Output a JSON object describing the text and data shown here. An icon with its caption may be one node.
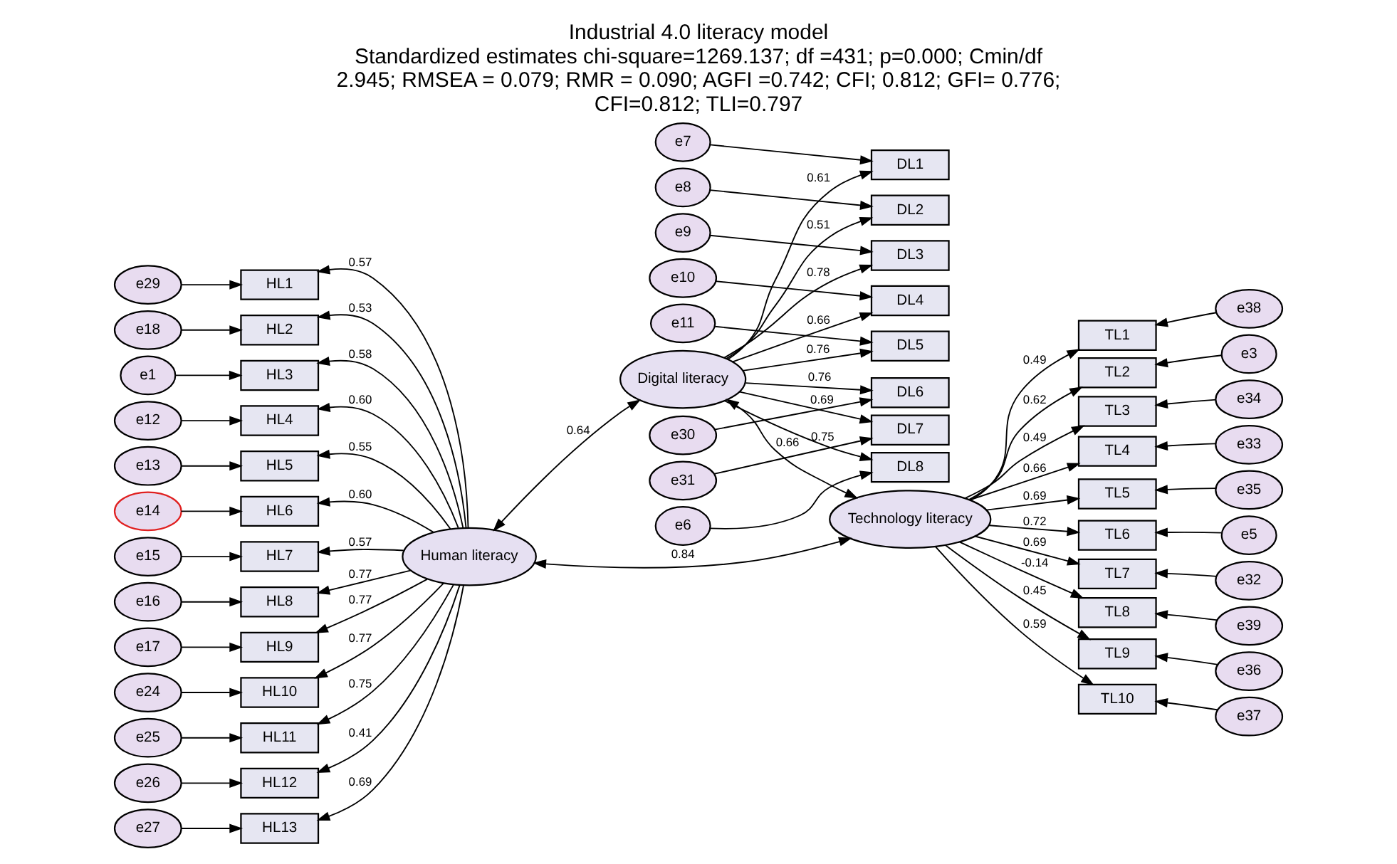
{
  "diagram": {
    "title": "Industrial 4.0 literacy model",
    "caption": "Standardized estimates chi-square=1269.137; df =431; p=0.000; Cmin/df 2.945; RMSEA = 0.079; RMR = 0.090; AGFI =0.742; CFI; 0.812; GFI= 0.776; CFI=0.812; TLI=0.797",
    "nodes": [
      {
        "text": [
          "Human literacy"
        ]
      },
      {
        "text": [
          "Digital literacy"
        ]
      },
      {
        "text": [
          "Technology literacy"
        ]
      },
      {
        "text": [
          "HL1"
        ]
      },
      {
        "text": [
          "HL2"
        ]
      },
      {
        "text": [
          "HL3"
        ]
      },
      {
        "text": [
          "HL4"
        ]
      },
      {
        "text": [
          "HL5"
        ]
      },
      {
        "text": [
          "HL6"
        ]
      },
      {
        "text": [
          "HL7"
        ]
      },
      {
        "text": [
          "HL8"
        ]
      },
      {
        "text": [
          "HL9"
        ]
      },
      {
        "text": [
          "HL10"
        ]
      },
      {
        "text": [
          "HL11"
        ]
      },
      {
        "text": [
          "HL12"
        ]
      },
      {
        "text": [
          "HL13"
        ]
      },
      {
        "text": [
          "DL1"
        ]
      },
      {
        "text": [
          "DL2"
        ]
      },
      {
        "text": [
          "DL3"
        ]
      },
      {
        "text": [
          "DL4"
        ]
      },
      {
        "text": [
          "DL5"
        ]
      },
      {
        "text": [
          "DL6"
        ]
      },
      {
        "text": [
          "DL7"
        ]
      },
      {
        "text": [
          "DL8"
        ]
      },
      {
        "text": [
          "TL1"
        ]
      },
      {
        "text": [
          "TL2"
        ]
      },
      {
        "text": [
          "TL3"
        ]
      },
      {
        "text": [
          "TL4"
        ]
      },
      {
        "text": [
          "TL5"
        ]
      },
      {
        "text": [
          "TL6"
        ]
      },
      {
        "text": [
          "TL7"
        ]
      },
      {
        "text": [
          "TL8"
        ]
      },
      {
        "text": [
          "TL9"
        ]
      },
      {
        "text": [
          "TL10"
        ]
      },
      {
        "text": [
          "e29"
        ]
      },
      {
        "text": [
          "e18"
        ]
      },
      {
        "text": [
          "e1"
        ]
      },
      {
        "text": [
          "e12"
        ]
      },
      {
        "text": [
          "e13"
        ]
      },
      {
        "text": [
          "e14"
        ]
      },
      {
        "text": [
          "e15"
        ]
      },
      {
        "text": [
          "e16"
        ]
      },
      {
        "text": [
          "e17"
        ]
      },
      {
        "text": [
          "e24"
        ]
      },
      {
        "text": [
          "e25"
        ]
      },
      {
        "text": [
          "e26"
        ]
      },
      {
        "text": [
          "e27"
        ]
      },
      {
        "text": [
          "e7"
        ]
      },
      {
        "text": [
          "e8"
        ]
      },
      {
        "text": [
          "e9"
        ]
      },
      {
        "text": [
          "e10"
        ]
      },
      {
        "text": [
          "e11"
        ]
      },
      {
        "text": [
          "e30"
        ]
      },
      {
        "text": [
          "e31"
        ]
      },
      {
        "text": [
          "e6"
        ]
      },
      {
        "text": [
          "e38"
        ]
      },
      {
        "text": [
          "e3"
        ]
      },
      {
        "text": [
          "e34"
        ]
      },
      {
        "text": [
          "e33"
        ]
      },
      {
        "text": [
          "e35"
        ]
      },
      {
        "text": [
          "e5"
        ]
      },
      {
        "text": [
          "e32"
        ]
      },
      {
        "text": [
          "e39"
        ]
      },
      {
        "text": [
          "e36"
        ]
      },
      {
        "text": [
          "e37"
        ]
      }
    ],
    "edges": [
      {
        "from": 0,
        "to": 3,
        "arrow": "to",
        "label": "0.57"
      },
      {
        "from": 0,
        "to": 4,
        "arrow": "to",
        "label": "0.53"
      },
      {
        "from": 0,
        "to": 5,
        "arrow": "to",
        "label": "0.58"
      },
      {
        "from": 0,
        "to": 6,
        "arrow": "to",
        "label": "0.60"
      },
      {
        "from": 0,
        "to": 7,
        "arrow": "to",
        "label": "0.55"
      },
      {
        "from": 0,
        "to": 8,
        "arrow": "to",
        "label": "0.60"
      },
      {
        "from": 0,
        "to": 9,
        "arrow": "to",
        "label": "0.57"
      },
      {
        "from": 0,
        "to": 10,
        "arrow": "to",
        "label": "0.77"
      },
      {
        "from": 0,
        "to": 11,
        "arrow": "to",
        "label": "0.77"
      },
      {
        "from": 0,
        "to": 12,
        "arrow": "to",
        "label": "0.77"
      },
      {
        "from": 0,
        "to": 13,
        "arrow": "to",
        "label": "0.75"
      },
      {
        "from": 0,
        "to": 14,
        "arrow": "to",
        "label": "0.41"
      },
      {
        "from": 0,
        "to": 15,
        "arrow": "to",
        "label": "0.69"
      },
      {
        "from": 1,
        "to": 16,
        "arrow": "to",
        "label": "0.61"
      },
      {
        "from": 1,
        "to": 17,
        "arrow": "to",
        "label": "0.51"
      },
      {
        "from": 1,
        "to": 18,
        "arrow": "to",
        "label": "0.78"
      },
      {
        "from": 1,
        "to": 19,
        "arrow": "to",
        "label": "0.66"
      },
      {
        "from": 1,
        "to": 20,
        "arrow": "to",
        "label": "0.76"
      },
      {
        "from": 1,
        "to": 21,
        "arrow": "to",
        "label": "0.76"
      },
      {
        "from": 1,
        "to": 22,
        "arrow": "to",
        "label": "0.69"
      },
      {
        "from": 1,
        "to": 23,
        "arrow": "to",
        "label": "0.75"
      },
      {
        "from": 2,
        "to": 24,
        "arrow": "to",
        "label": "0.49"
      },
      {
        "from": 2,
        "to": 25,
        "arrow": "to",
        "label": "0.62"
      },
      {
        "from": 2,
        "to": 26,
        "arrow": "to",
        "label": "0.49"
      },
      {
        "from": 2,
        "to": 27,
        "arrow": "to",
        "label": "0.66"
      },
      {
        "from": 2,
        "to": 28,
        "arrow": "to",
        "label": "0.69"
      },
      {
        "from": 2,
        "to": 29,
        "arrow": "to",
        "label": "0.72"
      },
      {
        "from": 2,
        "to": 30,
        "arrow": "to",
        "label": "0.69"
      },
      {
        "from": 2,
        "to": 31,
        "arrow": "to",
        "label": "-0.14"
      },
      {
        "from": 2,
        "to": 32,
        "arrow": "to",
        "label": "0.45"
      },
      {
        "from": 2,
        "to": 33,
        "arrow": "to",
        "label": "0.59"
      },
      {
        "from": 0,
        "to": 1,
        "arrow": "both",
        "label": "0.64"
      },
      {
        "from": 1,
        "to": 2,
        "arrow": "both",
        "label": "0.66"
      },
      {
        "from": 0,
        "to": 2,
        "arrow": "both",
        "label": "0.84"
      },
      {
        "from": 34,
        "to": 3,
        "arrow": "to"
      },
      {
        "from": 35,
        "to": 4,
        "arrow": "to"
      },
      {
        "from": 36,
        "to": 5,
        "arrow": "to"
      },
      {
        "from": 37,
        "to": 6,
        "arrow": "to"
      },
      {
        "from": 38,
        "to": 7,
        "arrow": "to"
      },
      {
        "from": 39,
        "to": 8,
        "arrow": "to"
      },
      {
        "from": 40,
        "to": 9,
        "arrow": "to"
      },
      {
        "from": 41,
        "to": 10,
        "arrow": "to"
      },
      {
        "from": 42,
        "to": 11,
        "arrow": "to"
      },
      {
        "from": 43,
        "to": 12,
        "arrow": "to"
      },
      {
        "from": 44,
        "to": 13,
        "arrow": "to"
      },
      {
        "from": 45,
        "to": 14,
        "arrow": "to"
      },
      {
        "from": 46,
        "to": 15,
        "arrow": "to"
      },
      {
        "from": 47,
        "to": 16,
        "arrow": "to"
      },
      {
        "from": 48,
        "to": 17,
        "arrow": "to"
      },
      {
        "from": 49,
        "to": 18,
        "arrow": "to"
      },
      {
        "from": 50,
        "to": 19,
        "arrow": "to"
      },
      {
        "from": 51,
        "to": 20,
        "arrow": "to"
      },
      {
        "from": 52,
        "to": 21,
        "arrow": "to"
      },
      {
        "from": 53,
        "to": 22,
        "arrow": "to"
      },
      {
        "from": 54,
        "to": 23,
        "arrow": "to"
      },
      {
        "from": 55,
        "to": 24,
        "arrow": "to"
      },
      {
        "from": 56,
        "to": 25,
        "arrow": "to"
      },
      {
        "from": 57,
        "to": 26,
        "arrow": "to"
      },
      {
        "from": 58,
        "to": 27,
        "arrow": "to"
      },
      {
        "from": 59,
        "to": 28,
        "arrow": "to"
      },
      {
        "from": 60,
        "to": 29,
        "arrow": "to"
      },
      {
        "from": 61,
        "to": 30,
        "arrow": "to"
      },
      {
        "from": 62,
        "to": 31,
        "arrow": "to"
      },
      {
        "from": 63,
        "to": 32,
        "arrow": "to"
      },
      {
        "from": 64,
        "to": 33,
        "arrow": "to"
      }
    ]
  }
}
